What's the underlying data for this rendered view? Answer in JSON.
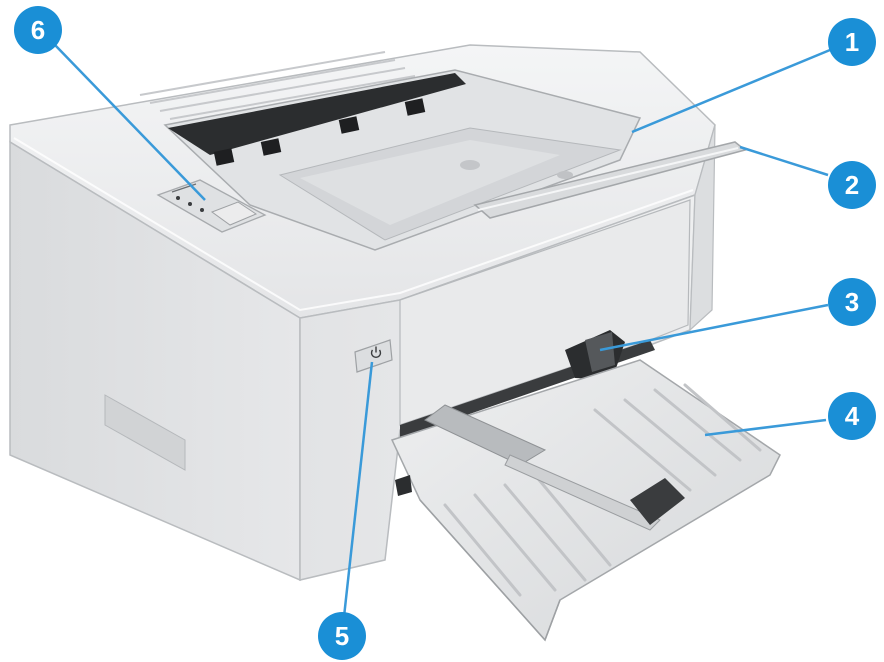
{
  "callouts": [
    {
      "number": "1",
      "part": "output-bin"
    },
    {
      "number": "2",
      "part": "output-tray-extension"
    },
    {
      "number": "3",
      "part": "paper-guide"
    },
    {
      "number": "4",
      "part": "input-tray"
    },
    {
      "number": "5",
      "part": "power-button"
    },
    {
      "number": "6",
      "part": "control-panel"
    }
  ],
  "colors": {
    "callout_fill": "#1a8fd6",
    "leader_line": "#3a9ad9",
    "body_light": "#e9eaeb",
    "body_mid": "#cfd1d3",
    "body_dark": "#a9acae",
    "slot_dark": "#2b2d2f"
  },
  "icons": [
    "power-icon"
  ]
}
